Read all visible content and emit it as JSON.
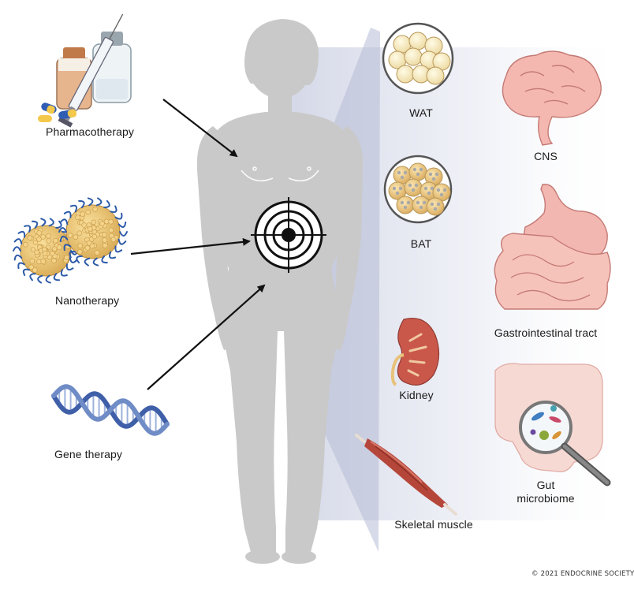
{
  "therapies": {
    "pharmacotherapy": "Pharmacotherapy",
    "nanotherapy": "Nanotherapy",
    "gene_therapy": "Gene therapy"
  },
  "targets": {
    "wat": "WAT",
    "bat": "BAT",
    "kidney": "Kidney",
    "skeletal_muscle": "Skeletal muscle",
    "cns": "CNS",
    "gi_tract": "Gastrointestinal tract",
    "gut_microbiome_line1": "Gut",
    "gut_microbiome_line2": "microbiome"
  },
  "copyright": "© 2021 ENDOCRINE SOCIETY",
  "colors": {
    "silhouette": "#c9c9c9",
    "beam": "#b9bfd6",
    "arrow": "#111111",
    "target": "#111111",
    "fat_white": "#f7edc6",
    "fat_brown": "#e9c98a",
    "organ_pink": "#f2b7b0",
    "kidney_red": "#c9584b",
    "muscle_red": "#b5473a",
    "dna_blue": "#3f5fa8"
  }
}
